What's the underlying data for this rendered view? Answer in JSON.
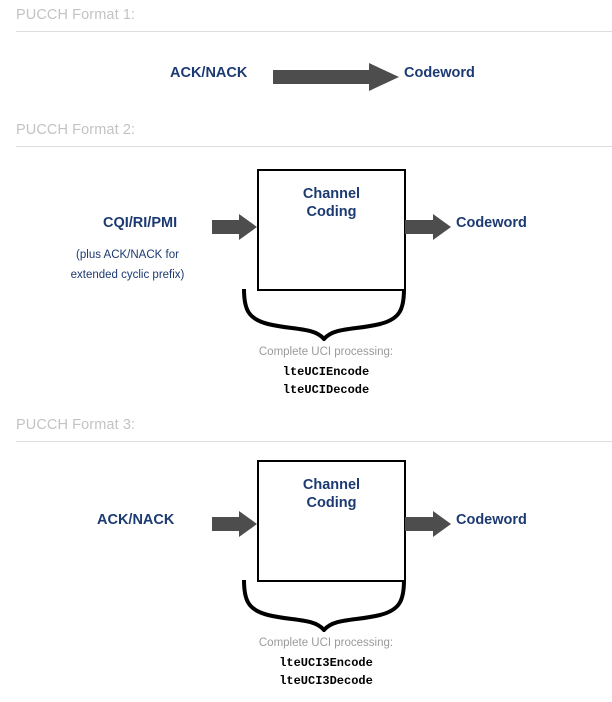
{
  "page": {
    "background": "#ffffff",
    "accent_blue": "#1c3a72",
    "arrow_gray": "#4d4d4d",
    "header_gray": "#c3c3c3",
    "caption_gray": "#9a9a9a",
    "rule_gray": "#dddddd"
  },
  "sections": [
    {
      "header": "PUCCH Format 1:",
      "input_label": "ACK/NACK",
      "output_label": "Codeword"
    },
    {
      "header": "PUCCH Format 2:",
      "input_label": "CQI/RI/PMI",
      "input_sublabel_line1": "(plus ACK/NACK for",
      "input_sublabel_line2": "extended cyclic prefix)",
      "block_label": "Channel\nCoding",
      "output_label": "Codeword",
      "caption_title": "Complete UCI processing:",
      "caption_fn1": "lteUCIEncode",
      "caption_fn2": "lteUCIDecode"
    },
    {
      "header": "PUCCH Format 3:",
      "input_label": "ACK/NACK",
      "block_label": "Channel\nCoding",
      "output_label": "Codeword",
      "caption_title": "Complete UCI processing:",
      "caption_fn1": "lteUCI3Encode",
      "caption_fn2": "lteUCI3Decode"
    }
  ]
}
